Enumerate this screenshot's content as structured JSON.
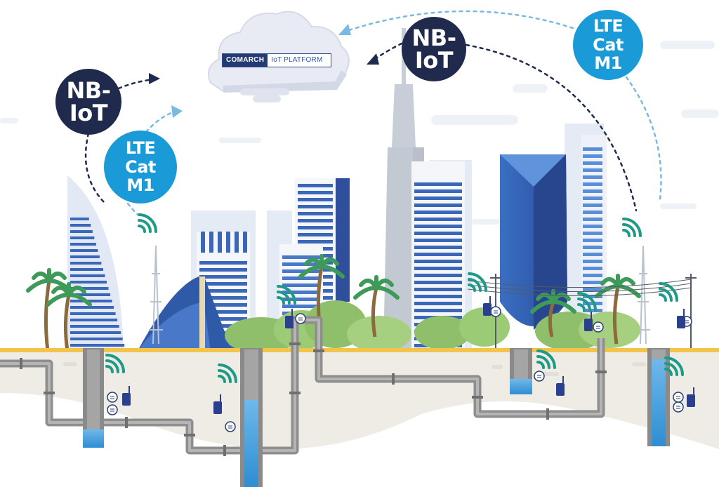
{
  "platform": {
    "brand": "COMARCH",
    "name": "IoT PLATFORM"
  },
  "networks": [
    {
      "label": "NB-\nIoT",
      "icon": "nb-iot-badge"
    },
    {
      "label": "LTE\nCat\nM1",
      "icon": "lte-cat-m1-badge"
    },
    {
      "label": "NB-\nIoT",
      "icon": "nb-iot-badge"
    },
    {
      "label": "LTE\nCat\nM1",
      "icon": "lte-cat-m1-badge"
    }
  ],
  "colors": {
    "nb_iot": "#1f2a4d",
    "lte": "#1b9ad8",
    "signal": "#1f9a86",
    "pipe": "#8e8e8e",
    "water": "#2d8ed2",
    "ground": "#f2c44a",
    "tree": "#8fbf6a",
    "building_dark": "#2f4f9c"
  },
  "icons": [
    "cloud-icon",
    "wifi-signal-icon",
    "water-meter-icon",
    "sensor-transmitter-icon",
    "palm-tree-icon",
    "cell-tower-icon"
  ]
}
